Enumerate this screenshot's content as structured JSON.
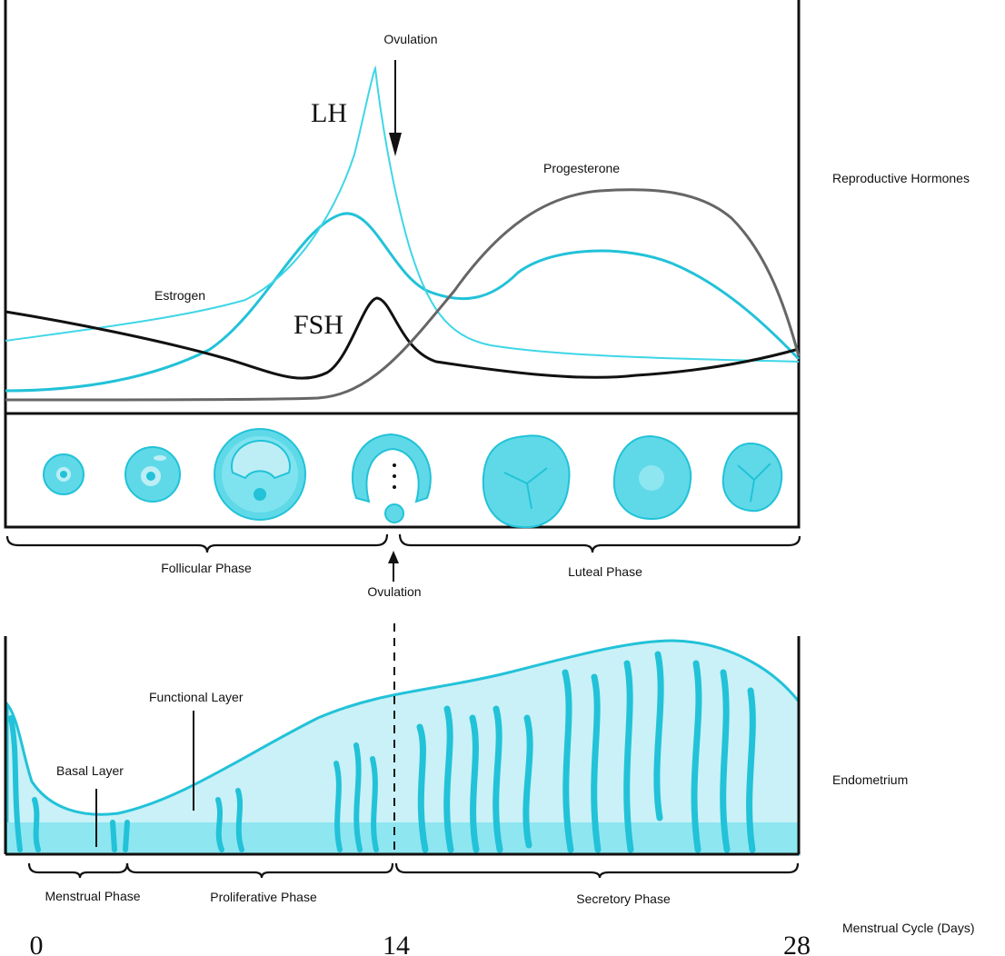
{
  "labels": {
    "ovulation_top": "Ovulation",
    "lh": "LH",
    "fsh": "FSH",
    "estrogen": "Estrogen",
    "progesterone": "Progesterone",
    "reproductive_hormones": "Reproductive Hormones",
    "follicular_phase": "Follicular Phase",
    "luteal_phase": "Luteal Phase",
    "ovulation_mid": "Ovulation",
    "functional_layer": "Functional Layer",
    "basal_layer": "Basal Layer",
    "endometrium": "Endometrium",
    "menstrual_phase": "Menstrual Phase",
    "proliferative_phase": "Proliferative Phase",
    "secretory_phase": "Secretory Phase",
    "menstrual_cycle_days": "Menstrual Cycle (Days)"
  },
  "axis": {
    "ticks": [
      "0",
      "14",
      "28"
    ]
  },
  "colors": {
    "lh": "#3fd6e6",
    "estrogen": "#22c2d8",
    "fsh": "#111111",
    "progesterone": "#666666",
    "tissue": "#5fd9e8",
    "tissue_light": "#bdeef5"
  }
}
